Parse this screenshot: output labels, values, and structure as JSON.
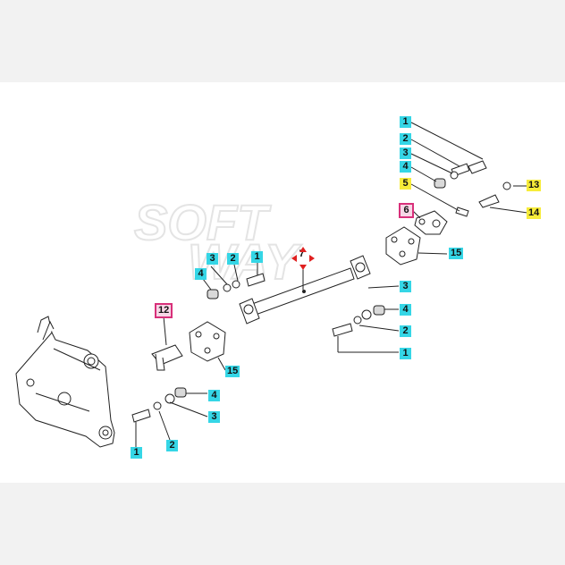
{
  "watermark": {
    "line1": "SOFT",
    "line2": "WAY"
  },
  "colors": {
    "cyan": "#35d6e6",
    "yellow": "#f7ec3a",
    "pink": "#f7d6e6",
    "red": "#e02020"
  },
  "callouts": {
    "c1_top": "1",
    "c2_top": "2",
    "c3_top": "3",
    "c4_top": "4",
    "c5_top": "5",
    "c6": "6",
    "c13": "13",
    "c14": "14",
    "c15_top": "15",
    "c7": "7",
    "c3_mid": "3",
    "c2_mid": "2",
    "c1_mid": "1",
    "c4_mid": "4",
    "c3_right": "3",
    "c4_right": "4",
    "c2_right": "2",
    "c1_right": "1",
    "c12": "12",
    "c15_mid": "15",
    "c4_low": "4",
    "c3_low": "3",
    "c1_low": "1",
    "c2_low": "2"
  }
}
